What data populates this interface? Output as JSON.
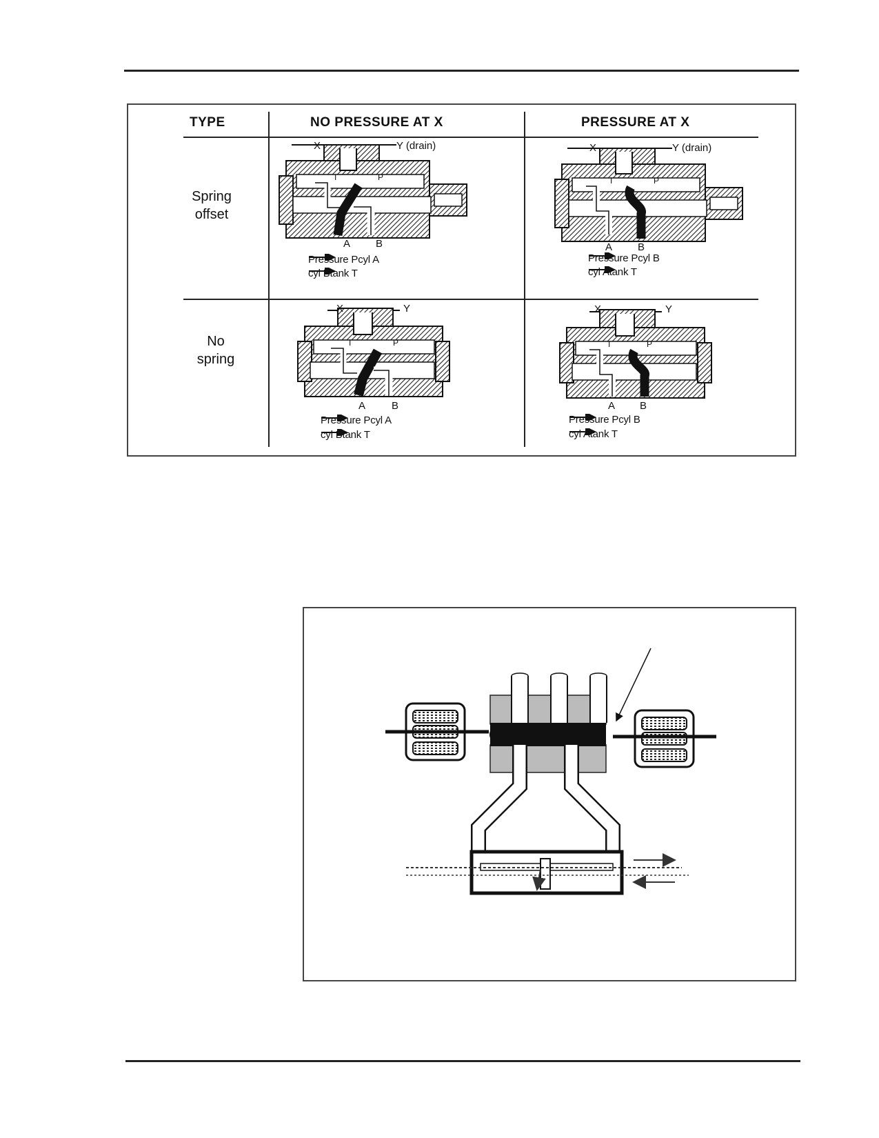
{
  "table": {
    "headers": {
      "type": "TYPE",
      "no_pressure": "NO PRESSURE AT X",
      "pressure": "PRESSURE AT X"
    },
    "rows": [
      {
        "type_line1": "Spring",
        "type_line2": "offset",
        "no_pressure": {
          "port_x": "X",
          "port_y": "Y (drain)",
          "port_a": "A",
          "port_b": "B",
          "t_label": "T",
          "p_label": "P",
          "line1_left": "Pressure P",
          "line1_right": "cyl A",
          "line2_left": "cyl B",
          "line2_right": "tank T"
        },
        "pressure": {
          "port_x": "X",
          "port_y": "Y (drain)",
          "port_a": "A",
          "port_b": "B",
          "t_label": "T",
          "p_label": "P",
          "line1_left": "Pressure P",
          "line1_right": "cyl B",
          "line2_left": "cyl A",
          "line2_right": "tank T"
        }
      },
      {
        "type_line1": "No",
        "type_line2": "spring",
        "no_pressure": {
          "port_x": "X",
          "port_y": "Y",
          "port_a": "A",
          "port_b": "B",
          "t_label": "T",
          "p_label": "P",
          "line1_left": "Pressure P",
          "line1_right": "cyl A",
          "line2_left": "cyl B",
          "line2_right": "tank T"
        },
        "pressure": {
          "port_x": "X",
          "port_y": "Y",
          "port_a": "A",
          "port_b": "B",
          "t_label": "T",
          "p_label": "P",
          "line1_left": "Pressure P",
          "line1_right": "cyl B",
          "line2_left": "cyl A",
          "line2_right": "tank T"
        }
      }
    ]
  }
}
